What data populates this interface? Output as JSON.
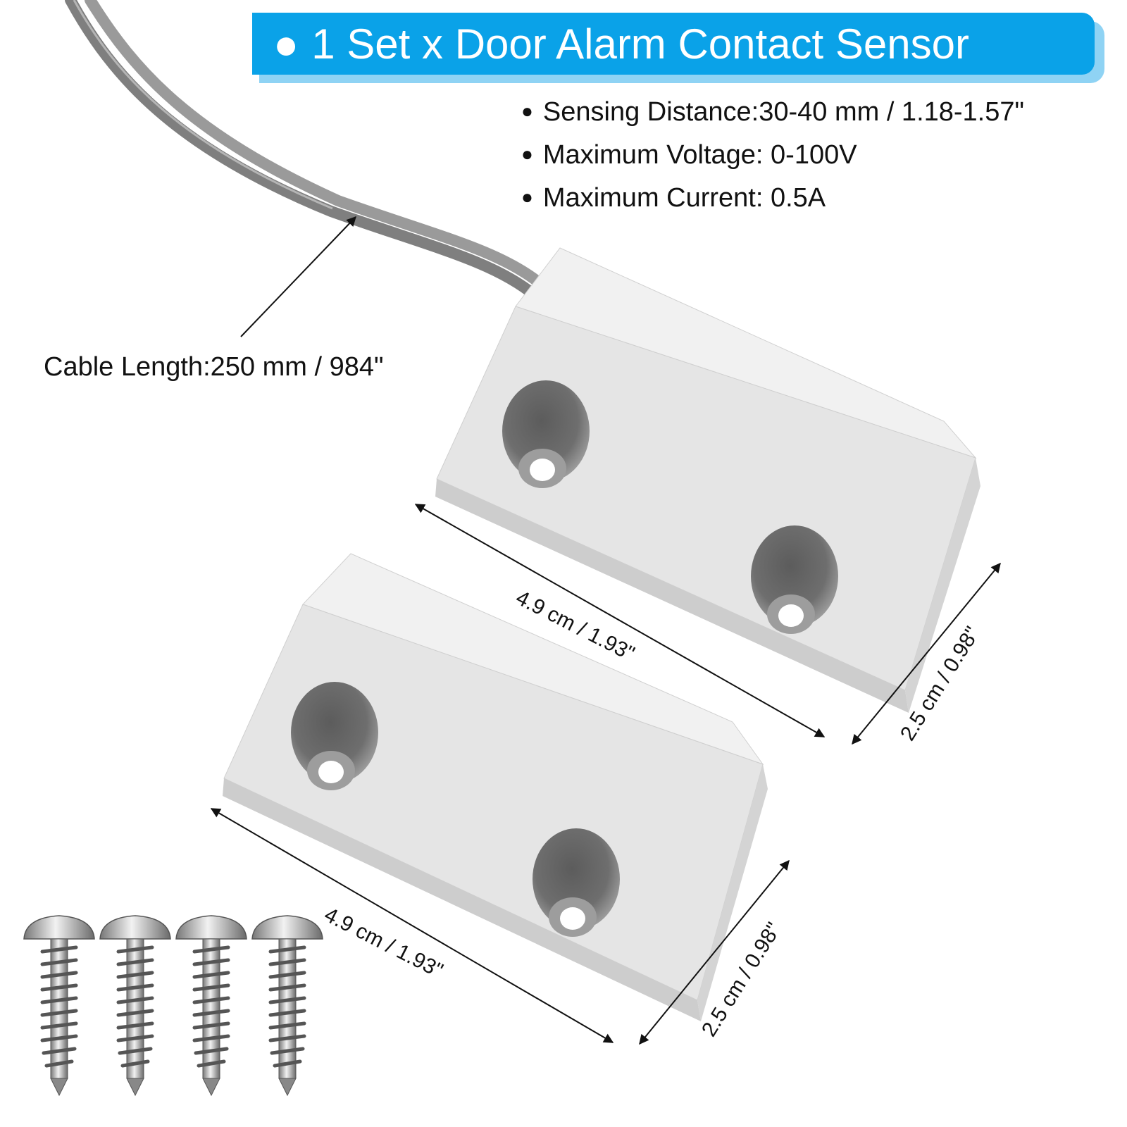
{
  "banner": {
    "bullet": "●",
    "title": "1 Set x Door Alarm Contact Sensor"
  },
  "specs": [
    {
      "bullet": "●",
      "text": "Sensing Distance:30-40 mm / 1.18-1.57\""
    },
    {
      "bullet": "●",
      "text": "Maximum Voltage: 0-100V"
    },
    {
      "bullet": "●",
      "text": "Maximum Current: 0.5A"
    }
  ],
  "cable_label": "Cable Length:250 mm / 984\"",
  "dimensions": {
    "upper_length": "4.9 cm / 1.93\"",
    "upper_width": "2.5 cm / 0.98\"",
    "lower_length": "4.9 cm / 1.93\"",
    "lower_width": "2.5 cm / 0.98\""
  },
  "colors": {
    "banner": "#0aa2e8",
    "banner_shadow": "#8fd3f4",
    "sensor_body": "#e6e6e6",
    "cable": "#8a8a8a"
  }
}
